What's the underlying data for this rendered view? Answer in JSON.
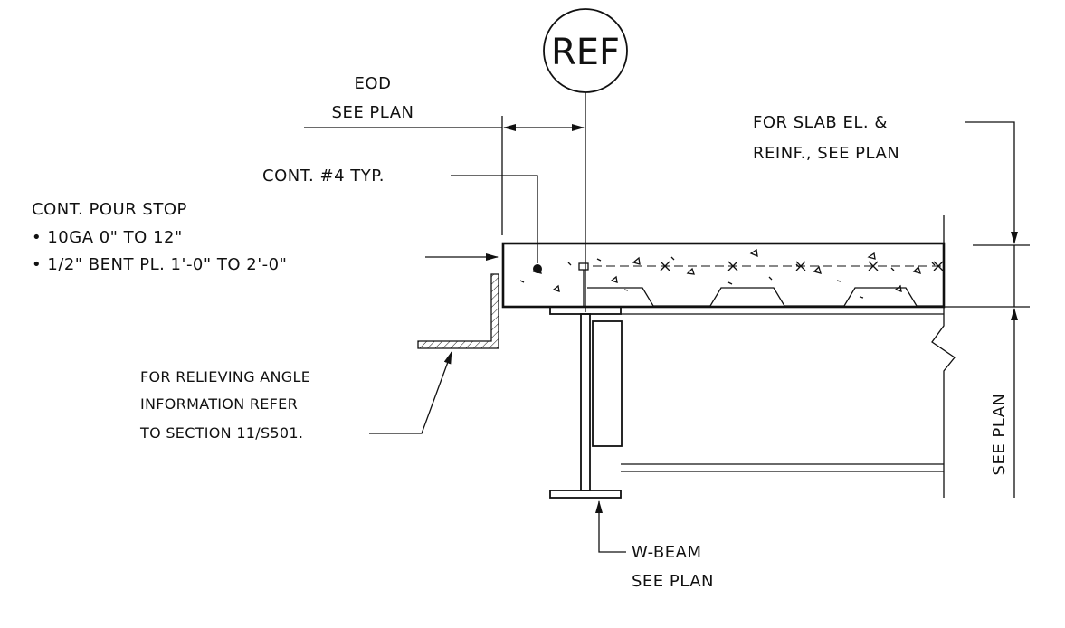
{
  "ref_bubble": {
    "label": "REF"
  },
  "eod": {
    "line1": "EOD",
    "line2": "SEE PLAN"
  },
  "slab_note": {
    "line1": "FOR SLAB EL. &",
    "line2": "REINF., SEE PLAN"
  },
  "cont_bar": {
    "label": "CONT. #4 TYP."
  },
  "pour_stop": {
    "title": "CONT. POUR STOP",
    "items": [
      "• 10GA  0\" TO 12\"",
      "• 1/2\" BENT PL. 1'-0\" TO 2'-0\""
    ]
  },
  "relieving_angle": {
    "line1": "FOR RELIEVING ANGLE",
    "line2": "INFORMATION REFER",
    "line3": "TO SECTION 11/S501."
  },
  "beam": {
    "line1": "W-BEAM",
    "line2": "SEE PLAN"
  },
  "side_dim": {
    "label": "SEE PLAN"
  },
  "colors": {
    "ink": "#111111",
    "paper": "#ffffff"
  }
}
